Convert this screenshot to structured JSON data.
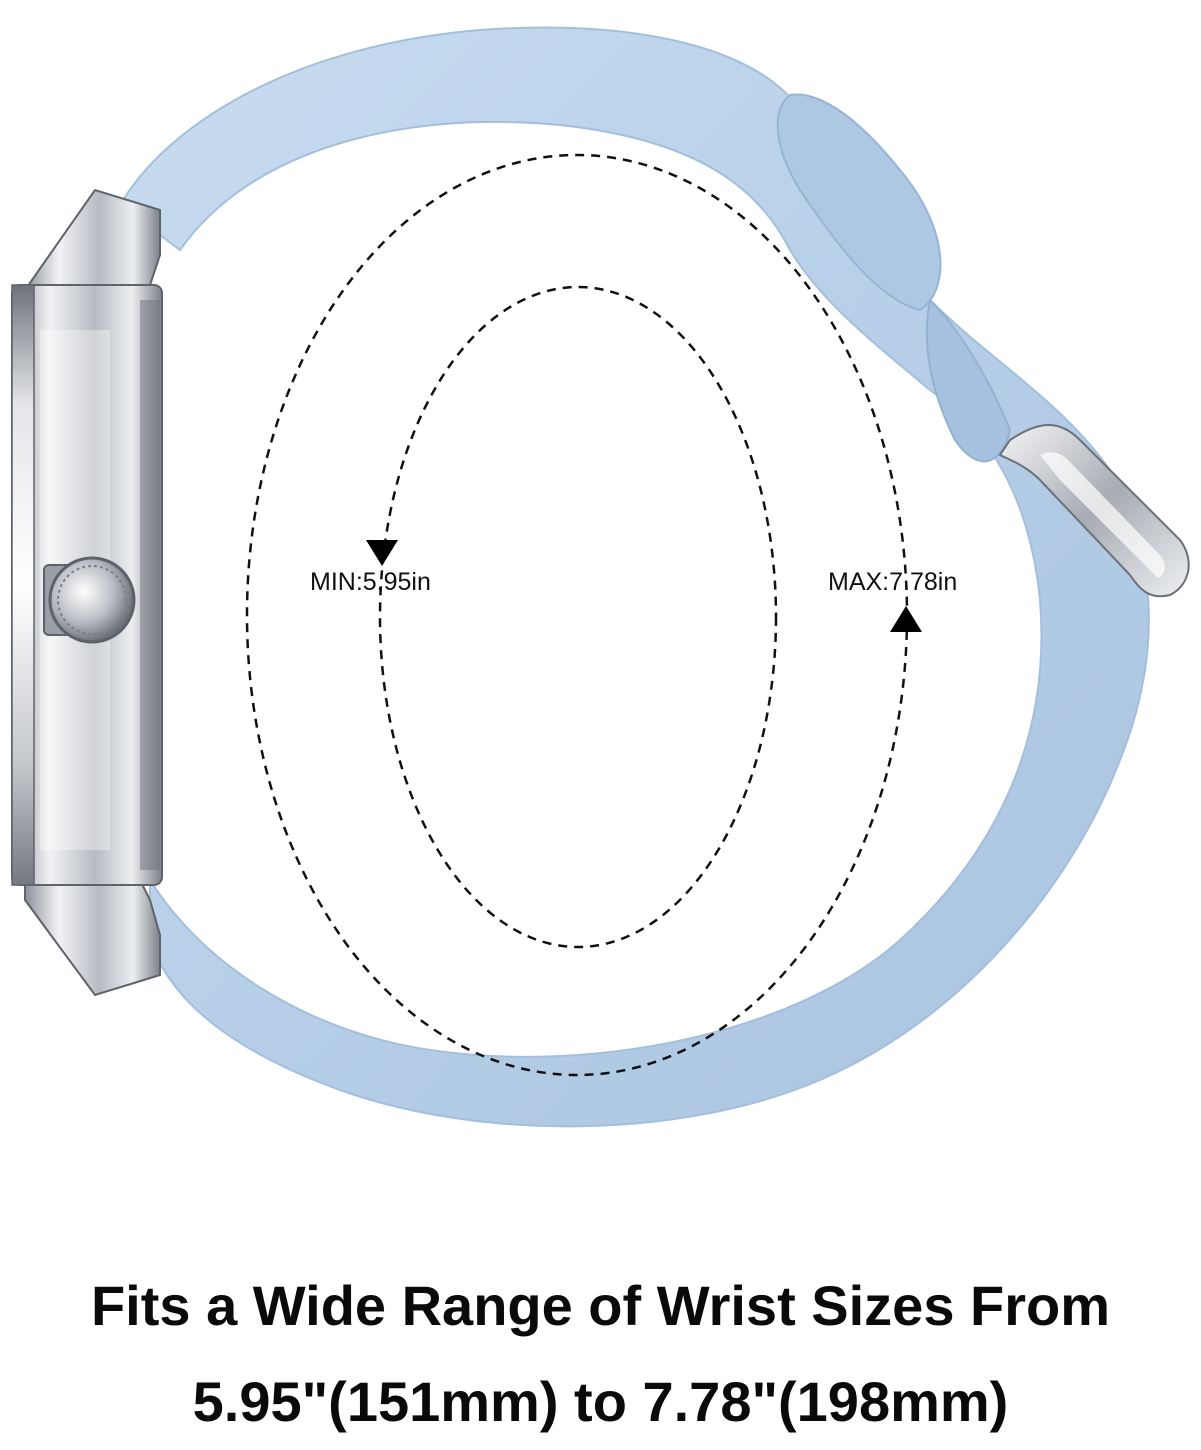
{
  "image": {
    "subject": "watch with light blue silicone strap",
    "strap_color": "#b9d0e8",
    "strap_shadow_color": "#9fbbd9",
    "case_color": "#c9ccd1",
    "buckle_color": "#d9dbdf",
    "icons": [
      "watch-case-icon",
      "crown-icon",
      "buckle-icon",
      "arrow-down-icon",
      "arrow-up-icon"
    ]
  },
  "labels": {
    "min": "MIN:5.95in",
    "max": "MAX:7.78in"
  },
  "caption": {
    "line1": "Fits a Wide Range of Wrist Sizes From",
    "line2": "5.95\"(151mm) to 7.78\"(198mm)"
  }
}
